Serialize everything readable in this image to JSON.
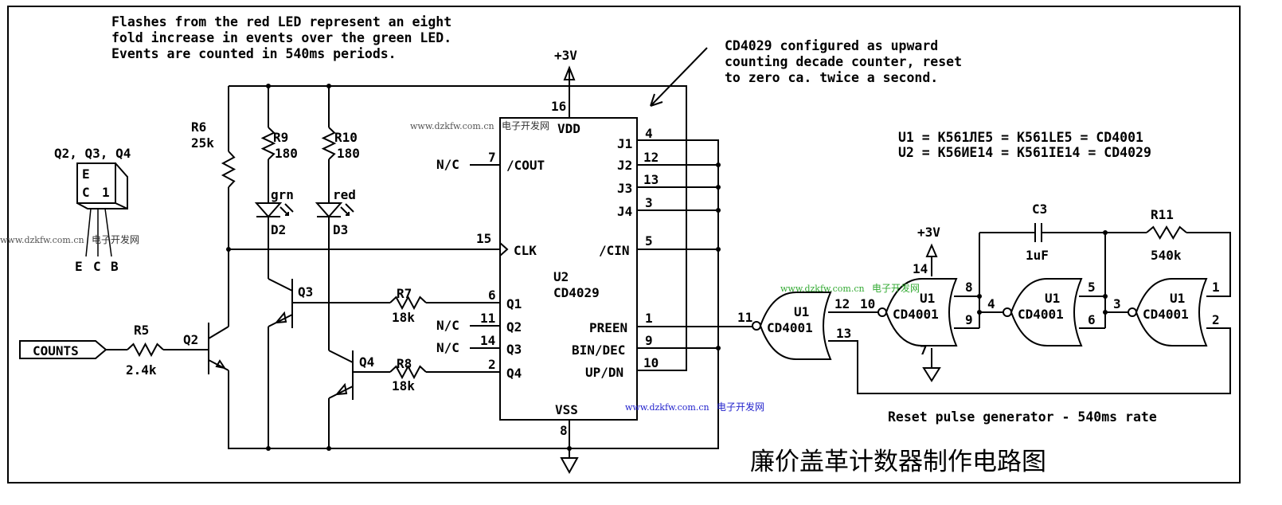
{
  "notes": {
    "top": [
      "Flashes from the red LED represent an eight",
      "fold increase in events over the green LED.",
      "Events are counted in 540ms periods."
    ],
    "counter": [
      "CD4029 configured as upward",
      "counting decade counter, reset",
      "to zero ca. twice a second."
    ],
    "equivalents": [
      "U1 = K561ЛE5 = K561LE5  = CD4001",
      "U2 = K56ИE14 = K561IE14 = CD4029"
    ],
    "reset": "Reset pulse generator - 540ms rate"
  },
  "title": "廉价盖革计数器制作电路图",
  "watermark": {
    "url": "www.dzkfw.com.cn",
    "name": "电子开发网"
  },
  "supply": "+3V",
  "input_tag": "COUNTS",
  "package": {
    "label": "Q2, Q3, Q4",
    "e": "E",
    "c": "C",
    "one": "1",
    "pins": [
      "E",
      "C",
      "B"
    ]
  },
  "components": {
    "R5": {
      "name": "R5",
      "value": "2.4k"
    },
    "R6": {
      "name": "R6",
      "value": "25k"
    },
    "R7": {
      "name": "R7",
      "value": "18k"
    },
    "R8": {
      "name": "R8",
      "value": "18k"
    },
    "R9": {
      "name": "R9",
      "value": "180"
    },
    "R10": {
      "name": "R10",
      "value": "180"
    },
    "R11": {
      "name": "R11",
      "value": "540k"
    },
    "C3": {
      "name": "C3",
      "value": "1uF"
    },
    "D2": {
      "name": "D2",
      "color": "grn"
    },
    "D3": {
      "name": "D3",
      "color": "red"
    },
    "Q2": "Q2",
    "Q3": "Q3",
    "Q4": "Q4"
  },
  "u2": {
    "name": "U2",
    "part": "CD4029",
    "nc": "N/C",
    "pins": {
      "vdd": {
        "num": "16",
        "label": "VDD"
      },
      "vss": {
        "num": "8",
        "label": "VSS"
      },
      "j1": {
        "num": "4",
        "label": "J1"
      },
      "j2": {
        "num": "12",
        "label": "J2"
      },
      "j3": {
        "num": "13",
        "label": "J3"
      },
      "j4": {
        "num": "3",
        "label": "J4"
      },
      "cout": {
        "num": "7",
        "label": "/COUT"
      },
      "clk": {
        "num": "15",
        "label": "CLK"
      },
      "cin": {
        "num": "5",
        "label": "/CIN"
      },
      "q1": {
        "num": "6",
        "label": "Q1"
      },
      "q2": {
        "num": "11",
        "label": "Q2"
      },
      "q3": {
        "num": "14",
        "label": "Q3"
      },
      "q4": {
        "num": "2",
        "label": "Q4"
      },
      "preen": {
        "num": "1",
        "label": "PREEN"
      },
      "bindec": {
        "num": "9",
        "label": "BIN/DEC"
      },
      "updn": {
        "num": "10",
        "label": "UP/DN"
      }
    }
  },
  "u1": {
    "name": "U1",
    "part": "CD4001",
    "pins": {
      "p1": "1",
      "p2": "2",
      "p3": "3",
      "p4": "4",
      "p5": "5",
      "p6": "6",
      "p7": "7",
      "p8": "8",
      "p9": "9",
      "p10": "10",
      "p11": "11",
      "p12": "12",
      "p13": "13",
      "p14": "14"
    }
  }
}
